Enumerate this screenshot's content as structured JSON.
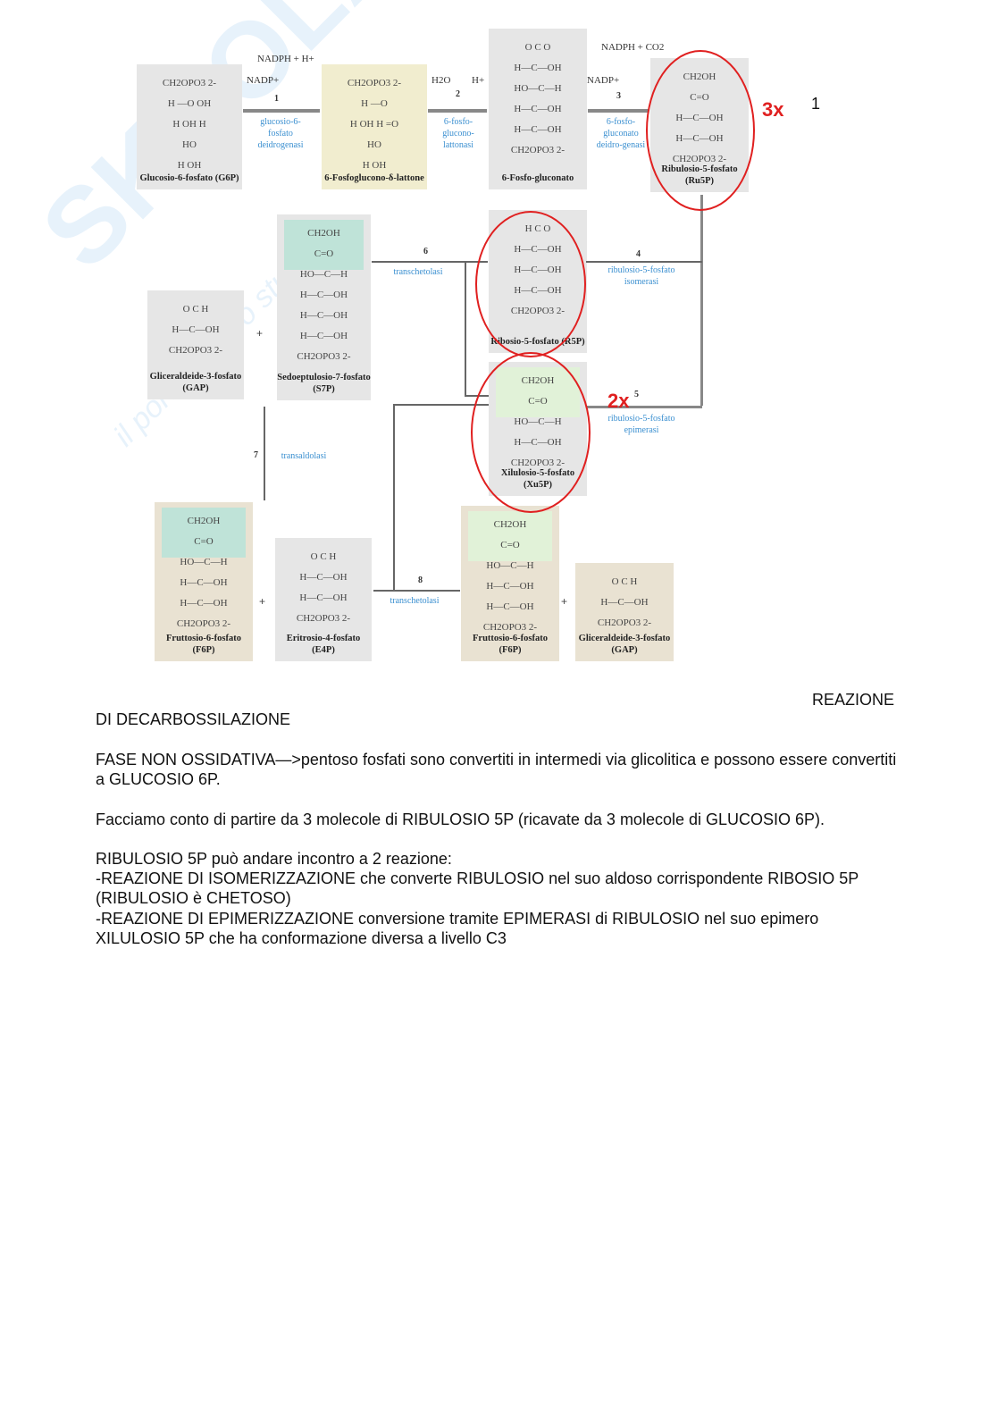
{
  "page_number": "1",
  "watermark": {
    "brand": "SKUOLA.net",
    "tagline": "il portale dello studente"
  },
  "diagram": {
    "molecules": [
      {
        "id": "g6p",
        "name": "Glucosio-6-fosfato (G6P)",
        "lines": [
          "CH2OPO3 2-",
          "H  —O  OH",
          "H  OH  H",
          "HO      ",
          "H     OH"
        ]
      },
      {
        "id": "6pgl",
        "name": "6-Fosfoglucono-δ-lattone",
        "lines": [
          "CH2OPO3 2-",
          "H  —O",
          "H OH  H  =O",
          "HO",
          "H    OH"
        ]
      },
      {
        "id": "6pg",
        "name": "6-Fosfo-gluconato",
        "lines": [
          "O  C  O",
          "H—C—OH",
          "HO—C—H",
          "H—C—OH",
          "H—C—OH",
          "CH2OPO3 2-"
        ]
      },
      {
        "id": "ru5p",
        "name": "Ribulosio-5-fosfato (Ru5P)",
        "lines": [
          "CH2OH",
          "C=O",
          "H—C—OH",
          "H—C—OH",
          "CH2OPO3 2-"
        ]
      },
      {
        "id": "r5p",
        "name": "Ribosio-5-fosfato (R5P)",
        "lines": [
          "H  C  O",
          "H—C—OH",
          "H—C—OH",
          "H—C—OH",
          "CH2OPO3 2-"
        ]
      },
      {
        "id": "s7p",
        "name": "Sedoeptulosio-7-fosfato (S7P)",
        "lines": [
          "CH2OH",
          "C=O",
          "HO—C—H",
          "H—C—OH",
          "H—C—OH",
          "H—C—OH",
          "CH2OPO3 2-"
        ]
      },
      {
        "id": "gap",
        "name": "Gliceraldeide-3-fosfato (GAP)",
        "lines": [
          "O  C  H",
          "H—C—OH",
          "CH2OPO3 2-"
        ]
      },
      {
        "id": "xu5p",
        "name": "Xilulosio-5-fosfato (Xu5P)",
        "lines": [
          "CH2OH",
          "C=O",
          "HO—C—H",
          "H—C—OH",
          "CH2OPO3 2-"
        ]
      },
      {
        "id": "f6p",
        "name": "Fruttosio-6-fosfato (F6P)",
        "lines": [
          "CH2OH",
          "C=O",
          "HO—C—H",
          "H—C—OH",
          "H—C—OH",
          "CH2OPO3 2-"
        ]
      },
      {
        "id": "e4p",
        "name": "Eritrosio-4-fosfato (E4P)",
        "lines": [
          "O  C  H",
          "H—C—OH",
          "H—C—OH",
          "CH2OPO3 2-"
        ]
      },
      {
        "id": "f6p2",
        "name": "Fruttosio-6-fosfato (F6P)",
        "lines": [
          "CH2OH",
          "C=O",
          "HO—C—H",
          "H—C—OH",
          "H—C—OH",
          "CH2OPO3 2-"
        ]
      },
      {
        "id": "gap2",
        "name": "Gliceraldeide-3-fosfato (GAP)",
        "lines": [
          "O  C  H",
          "H—C—OH",
          "CH2OPO3 2-"
        ]
      }
    ],
    "enzymes": [
      {
        "num": "1",
        "name": "glucosio-6-fosfato deidrogenasi"
      },
      {
        "num": "2",
        "name": "6-fosfo-glucono-lattonasi"
      },
      {
        "num": "3",
        "name": "6-fosfo-gluconato deidro-genasi"
      },
      {
        "num": "4",
        "name": "ribulosio-5-fosfato isomerasi"
      },
      {
        "num": "5",
        "name": "ribulosio-5-fosfato epimerasi"
      },
      {
        "num": "6",
        "name": "transchetolasi"
      },
      {
        "num": "7",
        "name": "transaldolasi"
      },
      {
        "num": "8",
        "name": "transchetolasi"
      }
    ],
    "cofactors": {
      "nadp1": "NADP+",
      "nadph1": "NADPH + H+",
      "h2o": "H2O",
      "h": "H+",
      "nadp3": "NADP+",
      "nadph3": "NADPH + CO2"
    },
    "annotations": {
      "ru5p_mult": "3x",
      "xu5p_mult": "2x"
    },
    "plus": "+",
    "colors": {
      "ellipse": "#e02020",
      "enzyme": "#3a8fd0"
    }
  },
  "text": {
    "line1": "REAZIONE",
    "line2": "DI DECARBOSSILAZIONE",
    "p1": "FASE NON OSSIDATIVA—>pentoso fosfati sono convertiti in intermedi via glicolitica e possono essere convertiti a GLUCOSIO 6P.",
    "p2": "Facciamo conto di partire da 3 molecole di RIBULOSIO 5P (ricavate da 3 molecole di GLUCOSIO 6P).",
    "p3": "RIBULOSIO 5P può andare incontro a 2 reazione:",
    "p4": "-REAZIONE DI ISOMERIZZAZIONE che converte RIBULOSIO nel suo aldoso corrispondente RIBOSIO 5P (RIBULOSIO è CHETOSO)",
    "p5": "-REAZIONE DI EPIMERIZZAZIONE conversione tramite EPIMERASI di RIBULOSIO nel suo epimero XILULOSIO 5P che ha conformazione diversa a livello C3"
  }
}
